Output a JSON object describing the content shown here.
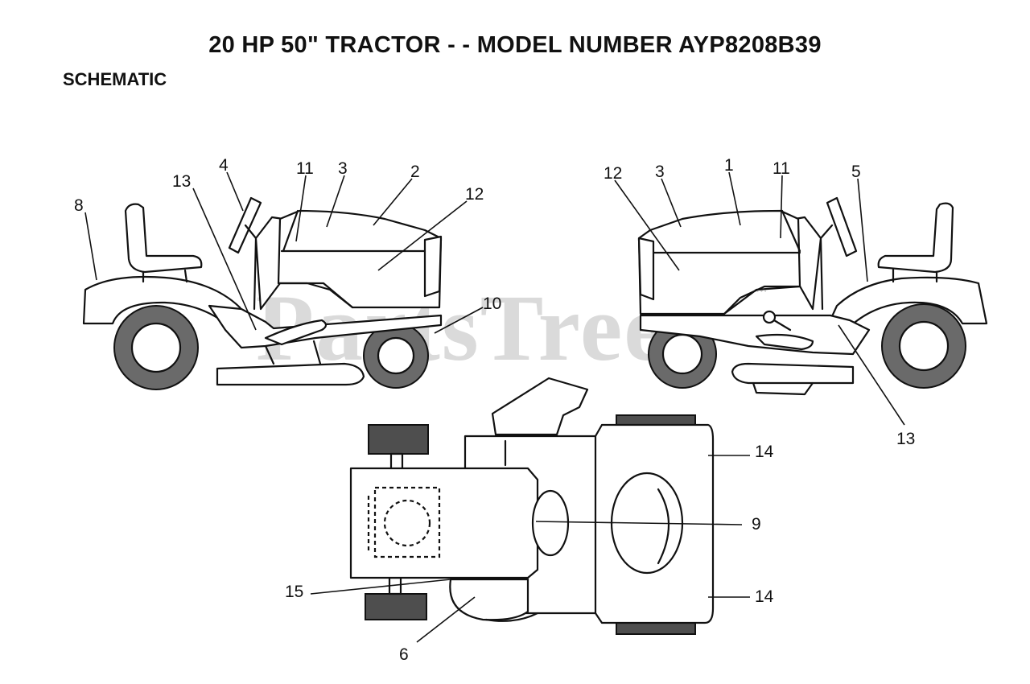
{
  "title": "20 HP 50\" TRACTOR - - MODEL NUMBER AYP8208B39",
  "subtitle": "SCHEMATIC",
  "watermark": "PartsTree",
  "watermark_mark": "TM",
  "callouts": {
    "left_side_view": [
      "8",
      "13",
      "4",
      "11",
      "3",
      "2",
      "12",
      "10"
    ],
    "right_side_view": [
      "12",
      "3",
      "1",
      "11",
      "5",
      "13"
    ],
    "top_view": [
      "14",
      "9",
      "14",
      "15",
      "6"
    ]
  }
}
